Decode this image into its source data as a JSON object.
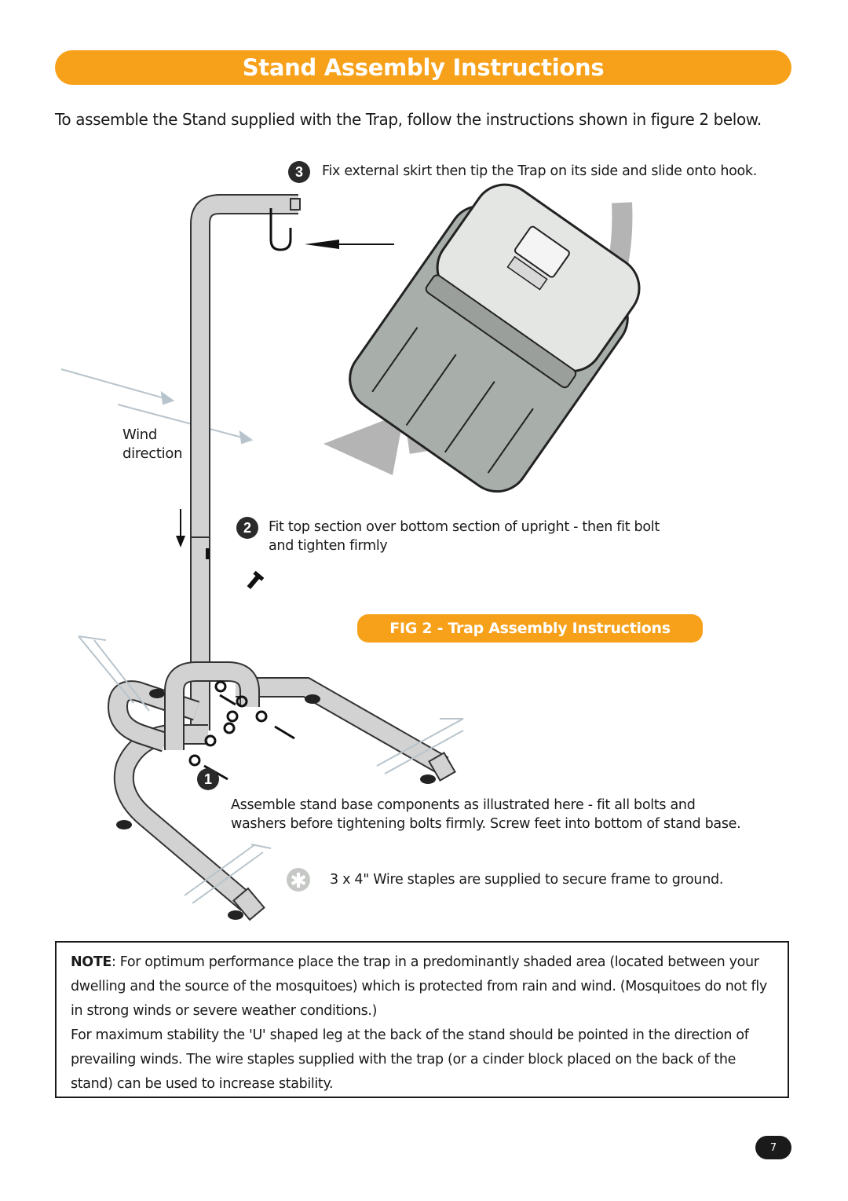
{
  "header": {
    "title": "Stand Assembly Instructions"
  },
  "intro": "To assemble the Stand supplied with the Trap, follow the instructions shown in figure 2 below.",
  "steps": [
    {
      "number": "3",
      "text": "Fix external skirt then tip the Trap on its side and slide onto hook."
    },
    {
      "number": "2",
      "text_line1": "Fit top section over bottom section of upright - then fit bolt",
      "text_line2": "and tighten firmly"
    },
    {
      "number": "1",
      "text_line1": "Assemble stand base components as illustrated here - fit all bolts and",
      "text_line2": "washers before tightening bolts firmly. Screw feet into bottom of stand base."
    }
  ],
  "staples_note": "3 x 4\" Wire staples are supplied to secure frame to ground.",
  "wind": {
    "line1": "Wind",
    "line2": "direction"
  },
  "figure_label": "FIG 2 - Trap Assembly Instructions",
  "note": {
    "label": "NOTE",
    "para1": ": For optimum performance place the trap in a predominantly shaded area (located between your dwelling and the source of the mosquitoes) which is protected from rain and wind. (Mosquitoes do not fly in strong winds or severe weather conditions.)",
    "para2": "For maximum stability the 'U' shaped leg at the back of the stand should be pointed in the direction of prevailing winds. The wire staples supplied with the trap (or a cinder block placed on the back of the stand) can be used to increase stability."
  },
  "page_number": "7",
  "colors": {
    "accent": "#f7a11a",
    "text": "#1a1a1a",
    "pole": "#cfcfcf",
    "trap": "#9aa09a"
  }
}
